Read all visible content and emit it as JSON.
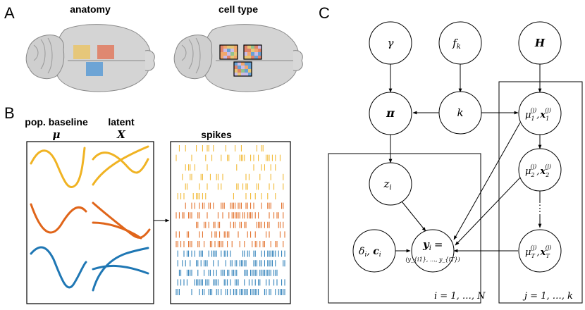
{
  "panels": {
    "A": {
      "letter": "A",
      "left_title": "anatomy",
      "right_title": "cell type",
      "region_colors": [
        "#e9c46a",
        "#e07a5f",
        "#5b9bd5"
      ]
    },
    "B": {
      "letter": "B",
      "col1_title": "pop. baseline",
      "col1_symbol": "μ",
      "col2_title": "latent",
      "col2_symbol": "X",
      "spikes_title": "spikes",
      "series_colors": [
        "#f0b323",
        "#e0651a",
        "#1f77b4"
      ]
    },
    "C": {
      "letter": "C",
      "nodes": {
        "gamma": "γ",
        "fk": "f",
        "fk_sub": "k",
        "H": "H",
        "pi": "π",
        "k": "k",
        "z": "z",
        "z_sub": "i",
        "delta": "δ",
        "delta_sub": "i",
        "c": "c",
        "c_sub": "i",
        "y_top": "y",
        "y_top_sub": "i",
        "y_eq": "=",
        "y_bottom": "(y_{i1}, …, y_{iT})",
        "mu1": "μ",
        "mu1_sub": "1",
        "mu2_sub": "2",
        "muT_sub": "T",
        "sup": "(j)",
        "x": "x"
      },
      "plate_left": "i = 1, …, N",
      "plate_right": "j = 1, …, k"
    }
  }
}
